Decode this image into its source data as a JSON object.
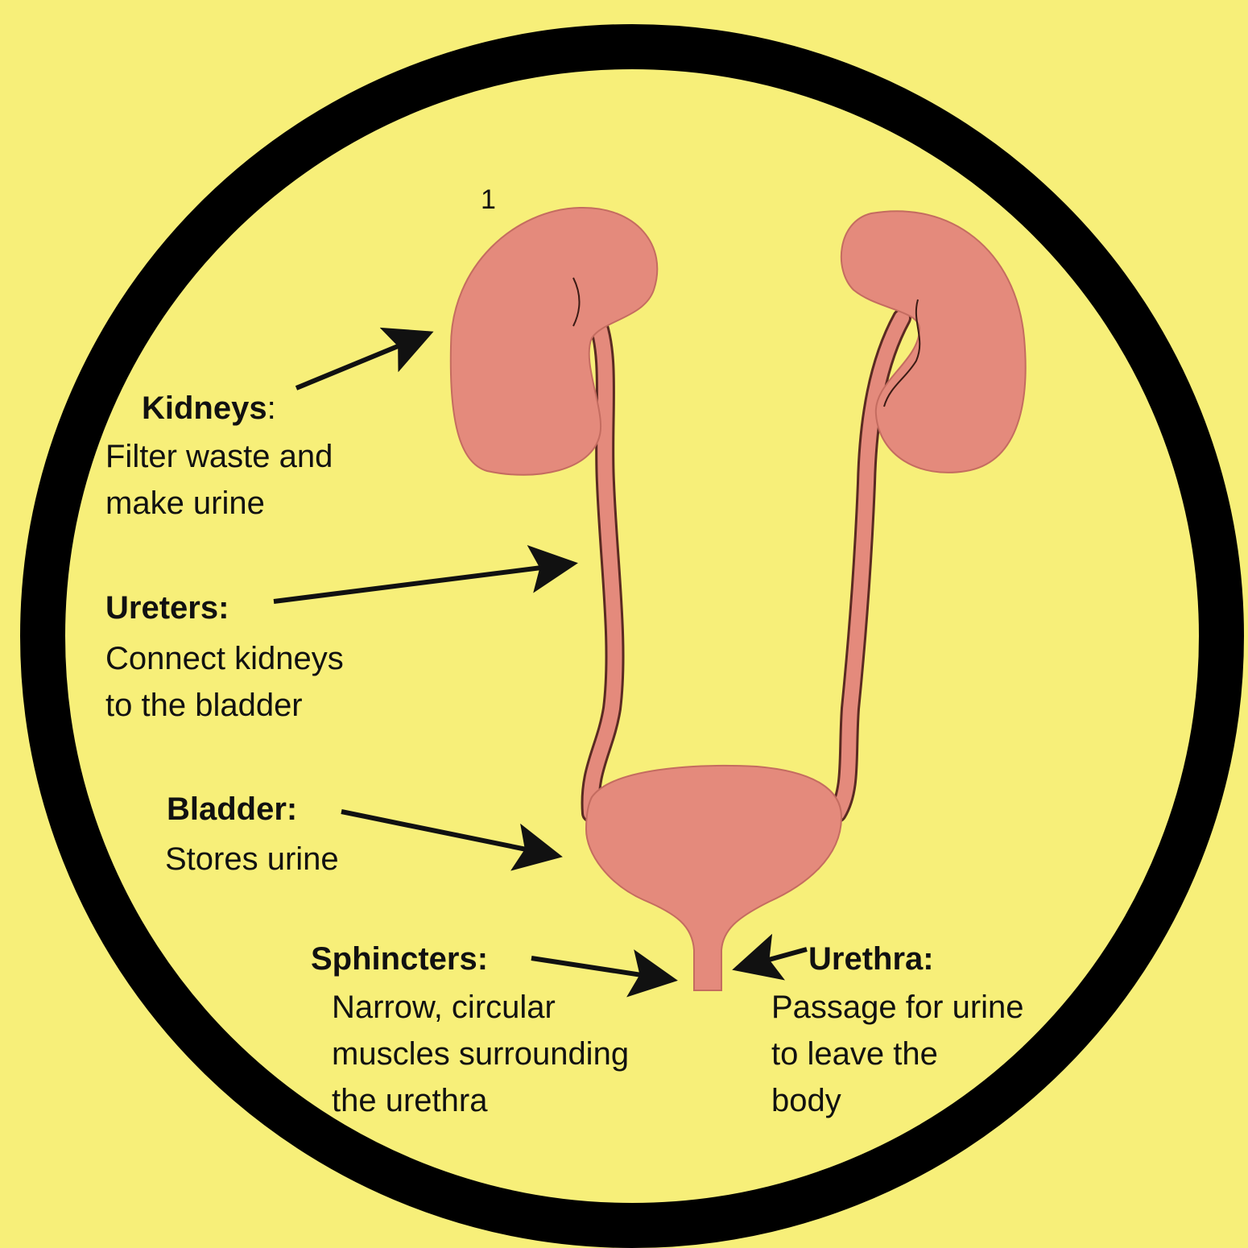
{
  "figure_number": "1",
  "colors": {
    "background": "#f7ef79",
    "ring": "#000000",
    "organ_fill": "#e48a7c",
    "organ_outline": "#5a2a22",
    "arrow": "#111111",
    "text": "#111111"
  },
  "labels": {
    "kidneys": {
      "title": "Kidneys",
      "suffix": ":",
      "lines": [
        "Filter waste and",
        "make urine"
      ]
    },
    "ureters": {
      "title": "Ureters:",
      "lines": [
        "Connect kidneys",
        "to the bladder"
      ]
    },
    "bladder": {
      "title": "Bladder:",
      "lines": [
        "Stores urine"
      ]
    },
    "sphincters": {
      "title": "Sphincters:",
      "lines": [
        "Narrow, circular",
        "muscles surrounding",
        "the urethra"
      ]
    },
    "urethra": {
      "title": "Urethra:",
      "lines": [
        "Passage for urine",
        "to leave the",
        "body"
      ]
    }
  }
}
